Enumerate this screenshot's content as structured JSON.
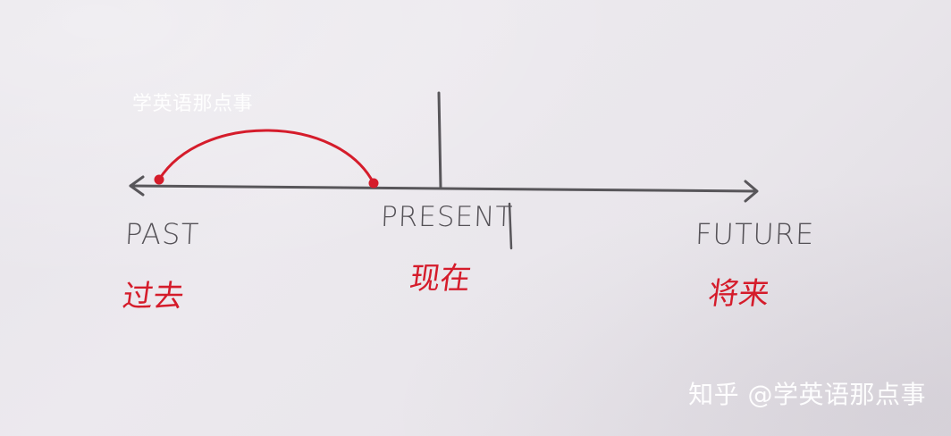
{
  "watermarks": {
    "top": "学英语那点事",
    "bottom": "知乎 @学英语那点事"
  },
  "timeline": {
    "past_label": "PAST",
    "present_label": "PRESENT",
    "future_label": "FUTURE",
    "past_zh": "过去",
    "present_zh": "现在",
    "future_zh": "将来"
  },
  "colors": {
    "ink": "#555257",
    "accent_red": "#d51c2b",
    "paper": "#ebe8ed"
  }
}
